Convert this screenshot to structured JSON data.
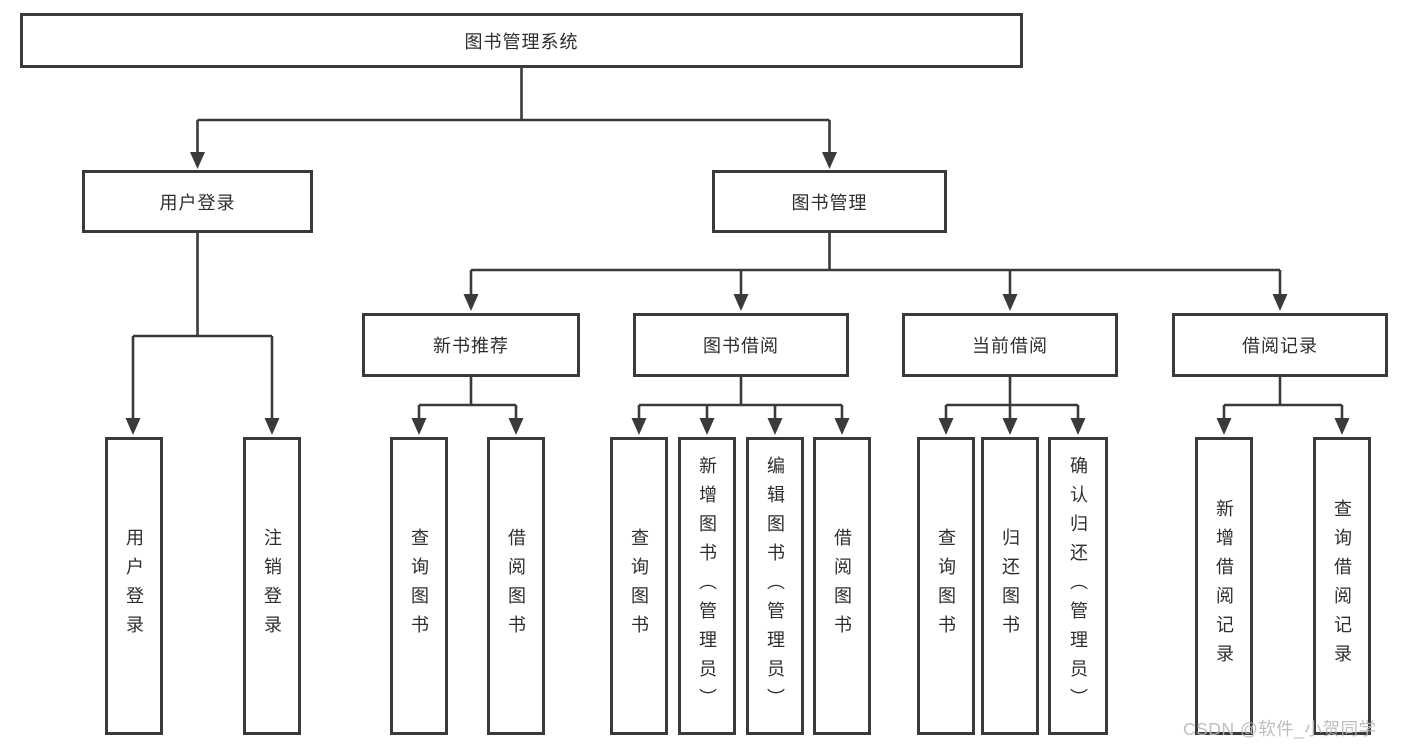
{
  "title": "图书管理系统",
  "watermark": "CSDN @软件_小贺同学",
  "colors": {
    "line": "#3a3a3a",
    "text": "#2e2e2e",
    "background": "#ffffff",
    "watermark": "#b9b9b9"
  },
  "nodes": {
    "root": "图书管理系统",
    "userLogin": "用户登录",
    "bookMgmt": "图书管理",
    "newBooks": "新书推荐",
    "bookBorrow": "图书借阅",
    "currentBorrow": "当前借阅",
    "borrowRecords": "借阅记录",
    "leafUserLogin": "用户登录",
    "leafLogout": "注销登录",
    "nbQuery": "查询图书",
    "nbBorrow": "借阅图书",
    "bbQuery": "查询图书",
    "bbAdd": "新增图书（管理员）",
    "bbEdit": "编辑图书（管理员）",
    "bbBorrow": "借阅图书",
    "cbQuery": "查询图书",
    "cbReturn": "归还图书",
    "cbConfirm": "确认归还（管理员）",
    "brAdd": "新增借阅记录",
    "brQuery": "查询借阅记录"
  },
  "hierarchy": {
    "图书管理系统": {
      "用户登录": [
        "用户登录",
        "注销登录"
      ],
      "图书管理": {
        "新书推荐": [
          "查询图书",
          "借阅图书"
        ],
        "图书借阅": [
          "查询图书",
          "新增图书（管理员）",
          "编辑图书（管理员）",
          "借阅图书"
        ],
        "当前借阅": [
          "查询图书",
          "归还图书",
          "确认归还（管理员）"
        ],
        "借阅记录": [
          "新增借阅记录",
          "查询借阅记录"
        ]
      }
    }
  }
}
